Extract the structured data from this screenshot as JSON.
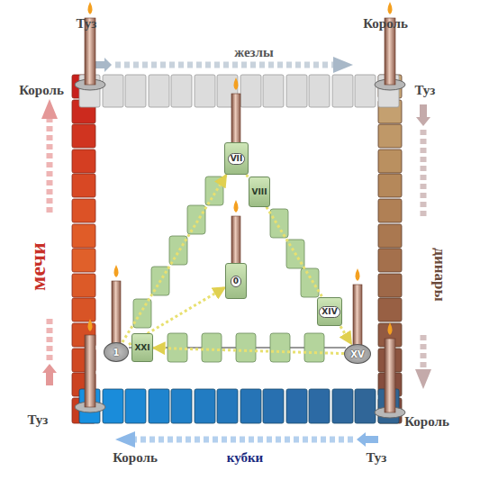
{
  "diagram": {
    "nodes": [
      {
        "text": [
          "VII"
        ]
      },
      {
        "text": [
          "VIII"
        ]
      },
      {
        "text": [
          "0"
        ]
      },
      {
        "text": [
          "XIV"
        ]
      },
      {
        "text": [
          "1"
        ]
      },
      {
        "text": [
          "XXI"
        ]
      },
      {
        "text": [
          "XV"
        ]
      }
    ],
    "edges": [
      {
        "from": 4,
        "to": 0,
        "arrow": "to"
      },
      {
        "from": 0,
        "to": 6,
        "arrow": "to"
      },
      {
        "from": 6,
        "to": 5,
        "arrow": "to"
      },
      {
        "from": 4,
        "to": 2,
        "arrow": "to"
      }
    ],
    "labels": [
      "Туз",
      "жезлы",
      "Король",
      "Король",
      "Туз",
      "мечи",
      "динары",
      "Туз",
      "Король",
      "Король",
      "кубки",
      "Туз"
    ]
  }
}
